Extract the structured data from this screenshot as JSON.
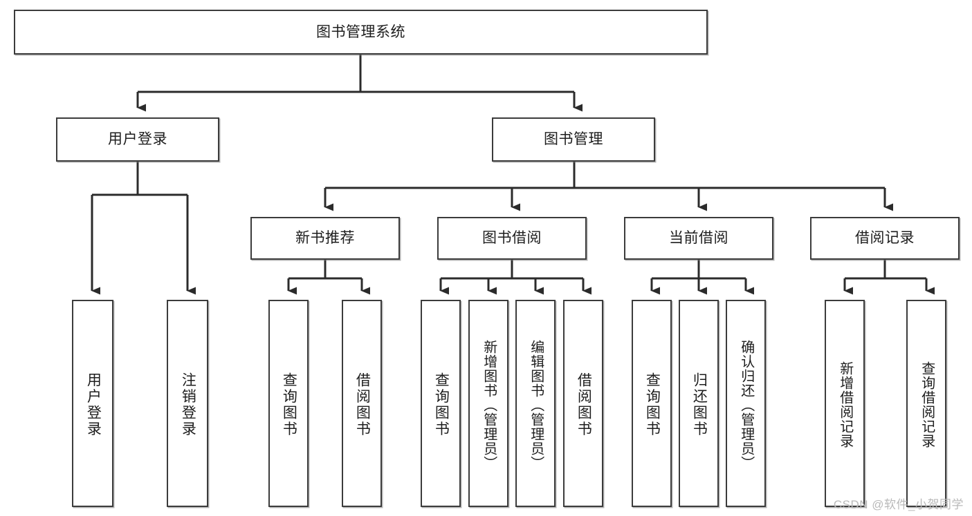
{
  "diagram": {
    "title": "图书管理系统",
    "type": "tree",
    "watermark": "CSDN @软件_小贺同学",
    "colors": {
      "box_border": "#3b3b3b",
      "box_fill": "#ffffff",
      "connector": "#2b2b2b",
      "watermark": "#b9b9b9",
      "background": "#ffffff"
    },
    "nodes": {
      "root": {
        "label": "图书管理系统"
      },
      "level2": [
        {
          "id": "user-login",
          "label": "用户登录"
        },
        {
          "id": "book-manage",
          "label": "图书管理"
        }
      ],
      "level3": [
        {
          "id": "new-book-rec",
          "label": "新书推荐"
        },
        {
          "id": "book-borrow",
          "label": "图书借阅"
        },
        {
          "id": "current-borrow",
          "label": "当前借阅"
        },
        {
          "id": "borrow-record",
          "label": "借阅记录"
        }
      ],
      "leaves": {
        "user-login": [
          {
            "id": "leaf-user-login",
            "label": "用户登录"
          },
          {
            "id": "leaf-user-logout",
            "label": "注销登录"
          }
        ],
        "new-book-rec": [
          {
            "id": "leaf-query-book-1",
            "label": "查询图书"
          },
          {
            "id": "leaf-borrow-book-1",
            "label": "借阅图书"
          }
        ],
        "book-borrow": [
          {
            "id": "leaf-query-book-2",
            "label": "查询图书"
          },
          {
            "id": "leaf-add-book",
            "label": "新增图书（管理员）"
          },
          {
            "id": "leaf-edit-book",
            "label": "编辑图书（管理员）"
          },
          {
            "id": "leaf-borrow-book-2",
            "label": "借阅图书"
          }
        ],
        "current-borrow": [
          {
            "id": "leaf-query-book-3",
            "label": "查询图书"
          },
          {
            "id": "leaf-return-book",
            "label": "归还图书"
          },
          {
            "id": "leaf-confirm-return",
            "label": "确认归还（管理员）"
          }
        ],
        "borrow-record": [
          {
            "id": "leaf-add-record",
            "label": "新增借阅记录"
          },
          {
            "id": "leaf-query-record",
            "label": "查询借阅记录"
          }
        ]
      }
    }
  }
}
